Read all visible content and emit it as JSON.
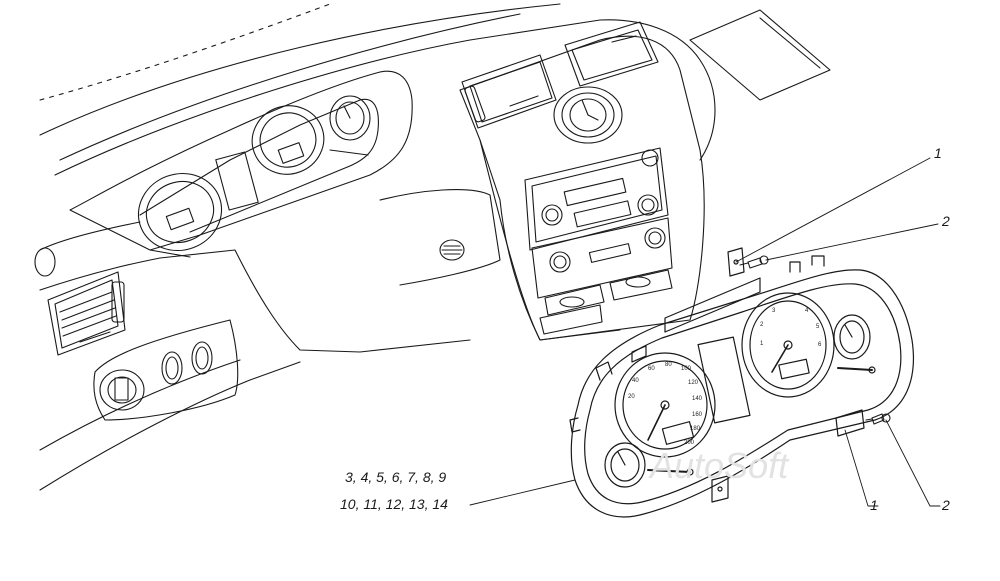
{
  "callouts": {
    "c1_top": "1",
    "c2_top": "2",
    "c1_bottom": "1",
    "c2_bottom": "2",
    "group_line1": "3, 4, 5, 6, 7, 8, 9",
    "group_line2": "10, 11, 12, 13, 14"
  },
  "watermark": "AutoSoft",
  "colors": {
    "ink": "#1a1a1a",
    "paper": "#ffffff",
    "watermark": "#e2e2e2"
  }
}
